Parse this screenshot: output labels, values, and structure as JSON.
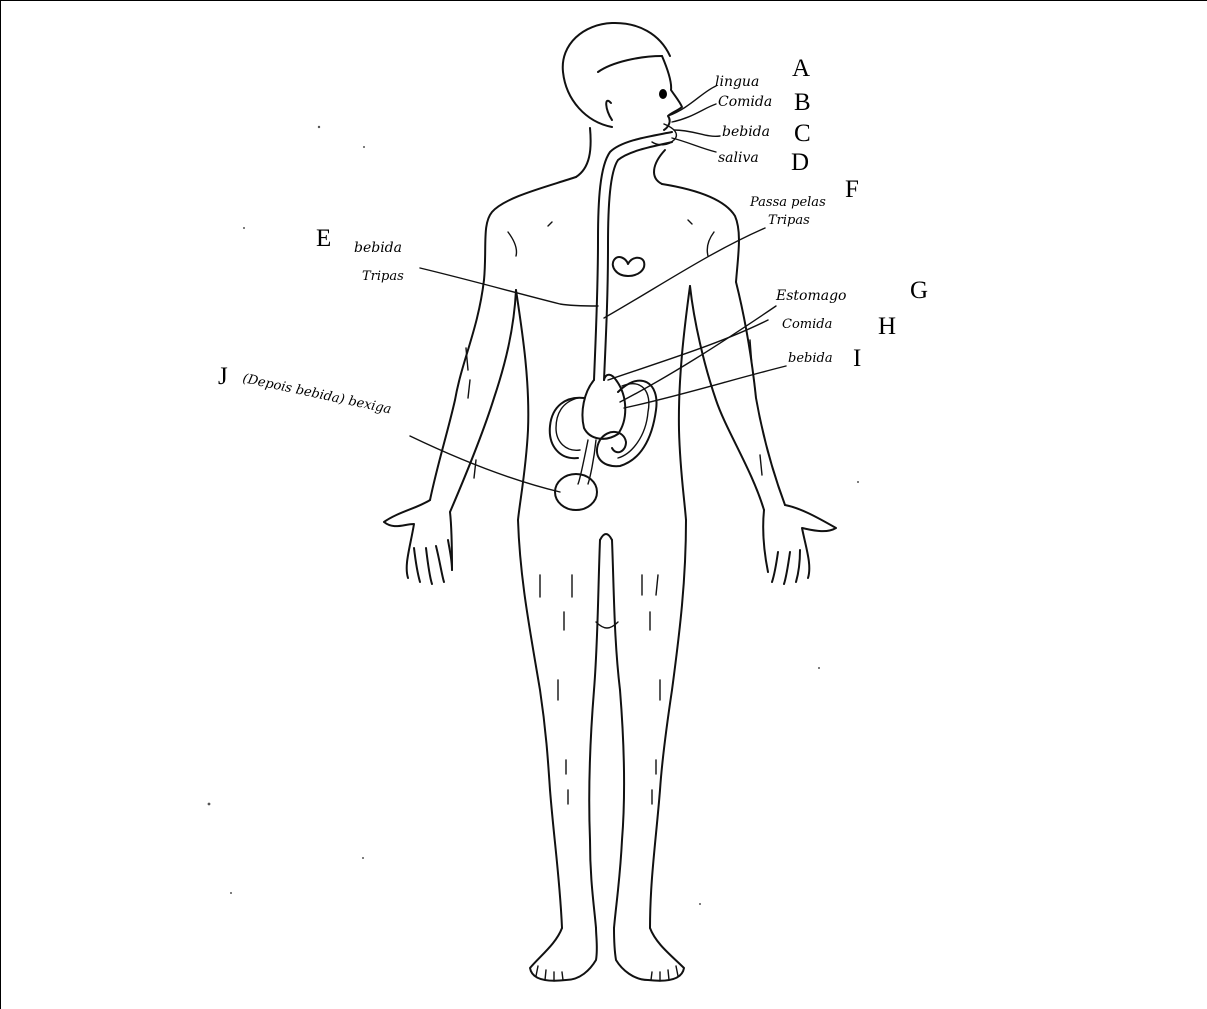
{
  "labels": {
    "A": {
      "letter": "A",
      "note": "lingua"
    },
    "B": {
      "letter": "B",
      "note": "Comida"
    },
    "C": {
      "letter": "C",
      "note": "bebida"
    },
    "D": {
      "letter": "D",
      "note": "saliva"
    },
    "E": {
      "letter": "E",
      "note_line1": "bebida",
      "note_line2": "Tripas"
    },
    "F": {
      "letter": "F",
      "note_line1": "Passa pelas",
      "note_line2": "Tripas"
    },
    "G": {
      "letter": "G",
      "note": "Estomago"
    },
    "H": {
      "letter": "H",
      "note": "Comida"
    },
    "I": {
      "letter": "I",
      "note": "bebida"
    },
    "J": {
      "letter": "J",
      "note": "(Depois bebida) bexiga"
    }
  }
}
